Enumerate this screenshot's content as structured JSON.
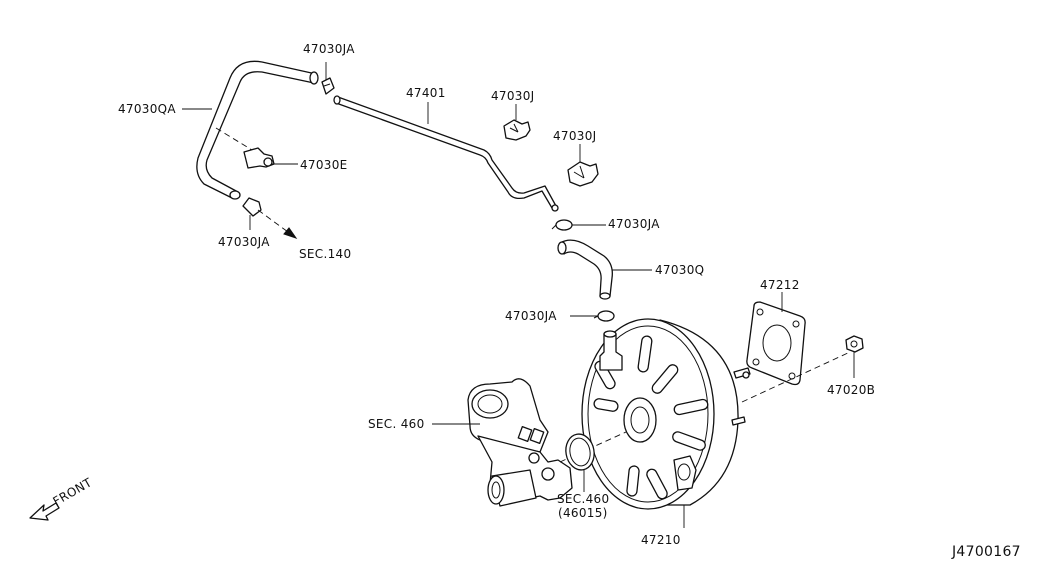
{
  "diagram_id": "J4700167",
  "labels": {
    "hose_qa": "47030QA",
    "clamp_ja_top": "47030JA",
    "clamp_ja_bottom_left": "47030JA",
    "check_valve_e": "47030E",
    "sec_140": "SEC.140",
    "tube_47401": "47401",
    "clip_j_upper": "47030J",
    "clip_j_lower": "47030J",
    "clamp_ja_mid": "47030JA",
    "hose_q": "47030Q",
    "clamp_ja_booster": "47030JA",
    "gasket_47212": "47212",
    "nut_47020b": "47020B",
    "sec_460_master": "SEC. 460",
    "sec_460_oring": "SEC.460",
    "oring_46015": "(46015)",
    "booster_47210": "47210",
    "front_arrow": "FRONT"
  }
}
